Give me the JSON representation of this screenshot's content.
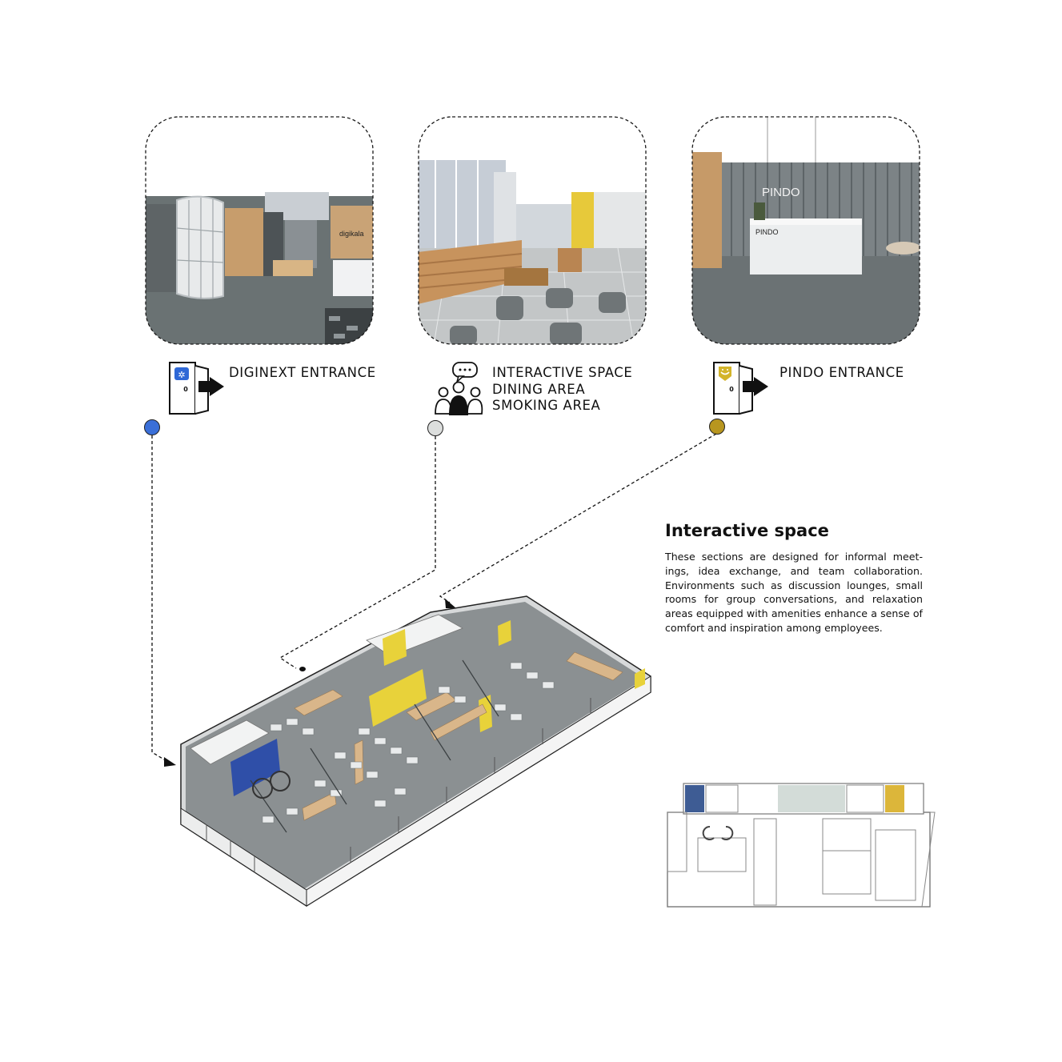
{
  "vignettes": [
    {
      "id": "diginext",
      "sign_text": "digikala"
    },
    {
      "id": "interactive"
    },
    {
      "id": "pindo",
      "wall_sign": "PINDO",
      "desk_sign": "PINDO"
    }
  ],
  "labels": {
    "diginext": [
      "DIGINEXT  ENTRANCE"
    ],
    "interactive": [
      "INTERACTIVE SPACE",
      "DINING  AREA",
      "SMOKING  AREA"
    ],
    "pindo": [
      "PINDO  ENTRANCE"
    ]
  },
  "markers": {
    "diginext_color": "#3a6fd8",
    "interactive_color": "#dcdedd",
    "pindo_color": "#b8961f"
  },
  "icons": {
    "diginext": "door-exit-icon",
    "interactive": "people-chat-icon",
    "pindo": "door-exit-icon"
  },
  "info": {
    "title": "Interactive space",
    "body": "These sections are designed for informal meet-ings, idea exchange, and team collaboration. Environments such as discussion lounges, small rooms for group conversations, and relaxation areas equipped with amenities enhance a sense of comfort and inspiration among employees."
  },
  "colors": {
    "accent_blue": "#2f4fa8",
    "accent_yellow": "#e8d23a",
    "wood": "#d9b68a",
    "floor_grey": "#7d8284"
  }
}
